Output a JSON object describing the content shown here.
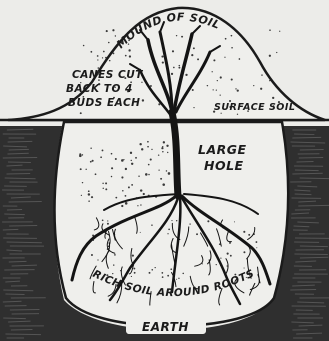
{
  "labels": {
    "mound": "MOUND OF SOIL",
    "canes_line1": "CANES CUT",
    "canes_line2": "BACK TO 4",
    "canes_line3": "BUDS EACH",
    "surface": "SURFACE SOIL",
    "hole_line1": "LARGE",
    "hole_line2": "HOLE",
    "rich": "RICH SOIL AROUND ROOTS",
    "earth": "EARTH"
  },
  "colors": {
    "paper": "#ecece9",
    "ink": "#1b1b1b",
    "earth": "#2a2a2a"
  }
}
